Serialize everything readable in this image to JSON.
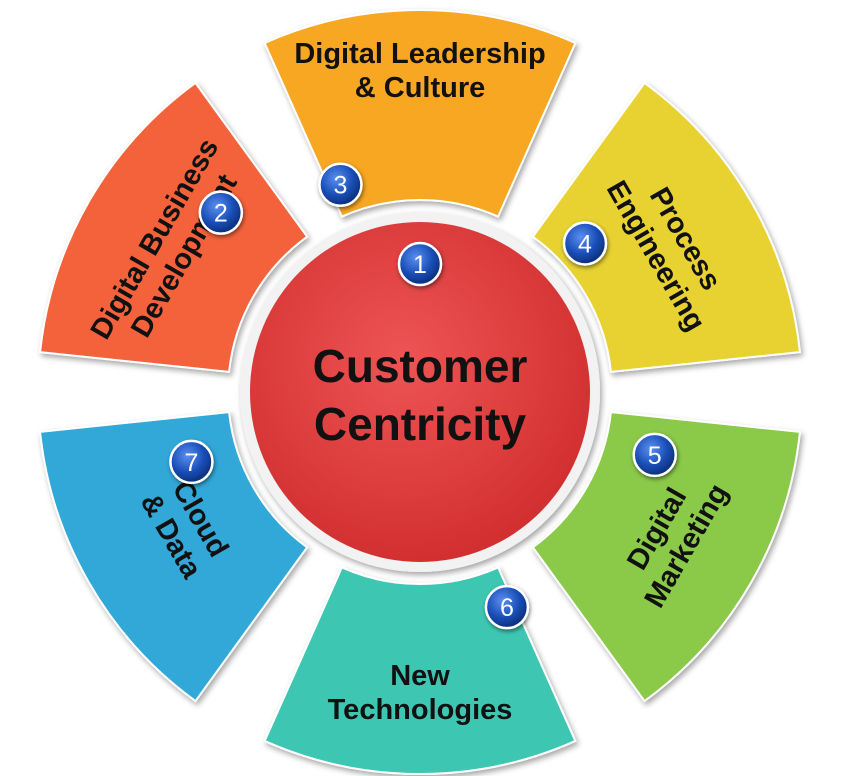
{
  "center": {
    "number": "1",
    "lines": [
      "Customer",
      "Centricity"
    ],
    "color": "#e53c3c"
  },
  "segments": [
    {
      "id": "digital-business-development",
      "number": "2",
      "lines": [
        "Digital Business",
        "Development"
      ],
      "color": "#f4623a"
    },
    {
      "id": "digital-leadership-culture",
      "number": "3",
      "lines": [
        "Digital Leadership",
        "& Culture"
      ],
      "color": "#f7a722"
    },
    {
      "id": "process-engineering",
      "number": "4",
      "lines": [
        "Process",
        "Engineering"
      ],
      "color": "#e8d232"
    },
    {
      "id": "digital-marketing",
      "number": "5",
      "lines": [
        "Digital",
        "Marketing"
      ],
      "color": "#8bc94a"
    },
    {
      "id": "new-technologies",
      "number": "6",
      "lines": [
        "New",
        "Technologies"
      ],
      "color": "#3ec7b2"
    },
    {
      "id": "cloud-data",
      "number": "7",
      "lines": [
        "Cloud",
        "& Data"
      ],
      "color": "#33a8d8"
    }
  ],
  "badge_color": "#1a4fb8"
}
